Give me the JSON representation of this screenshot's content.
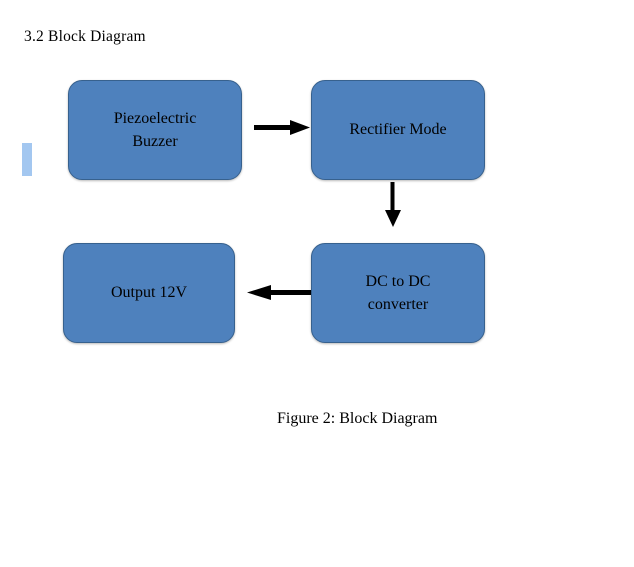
{
  "document": {
    "heading": "3.2 Block Diagram",
    "caption": "Figure 2: Block Diagram"
  },
  "colors": {
    "node_fill": "#4E81BD",
    "node_border": "#37618E",
    "arrow": "#000000",
    "selection_bar": "#A3C7F0",
    "page_background": "#FFFFFF",
    "text": "#000000"
  },
  "diagram": {
    "type": "block-diagram",
    "nodes": [
      {
        "id": "piezo",
        "label": "Piezoelectric\nBuzzer",
        "line1": "Piezoelectric",
        "line2": "Buzzer"
      },
      {
        "id": "rectifier",
        "label": "Rectifier Mode",
        "line1": "Rectifier Mode",
        "line2": ""
      },
      {
        "id": "dcdc",
        "label": "DC to DC\nconverter",
        "line1": "DC to DC",
        "line2": "converter"
      },
      {
        "id": "output",
        "label": "Output 12V",
        "line1": "Output 12V",
        "line2": ""
      }
    ],
    "edges": [
      {
        "from": "piezo",
        "to": "rectifier",
        "direction": "right"
      },
      {
        "from": "rectifier",
        "to": "dcdc",
        "direction": "down"
      },
      {
        "from": "dcdc",
        "to": "output",
        "direction": "left"
      }
    ]
  }
}
